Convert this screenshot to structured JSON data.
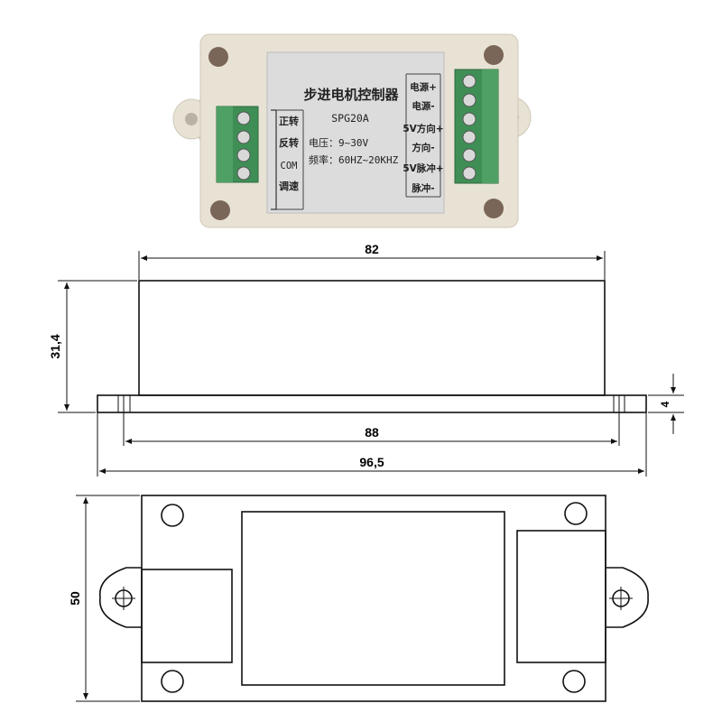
{
  "product": {
    "title": "步进电机控制器",
    "model": "SPG20A",
    "voltage": "电压：9~30V",
    "frequency": "频率：60HZ~20KHZ",
    "left_terminals": [
      "正转",
      "反转",
      "COM",
      "调速"
    ],
    "right_terminals": [
      "电源+",
      "电源-",
      "5V方向+",
      "方向-",
      "5V脉冲+",
      "脉冲-"
    ]
  },
  "dimensions": {
    "top_width": "82",
    "height": "31,4",
    "flange_thickness": "4",
    "hole_spacing": "88",
    "overall_width": "96,5",
    "depth": "50"
  },
  "colors": {
    "case": "#e8e2d4",
    "label": "#dcdcdc",
    "terminal": "#3f8e55"
  }
}
